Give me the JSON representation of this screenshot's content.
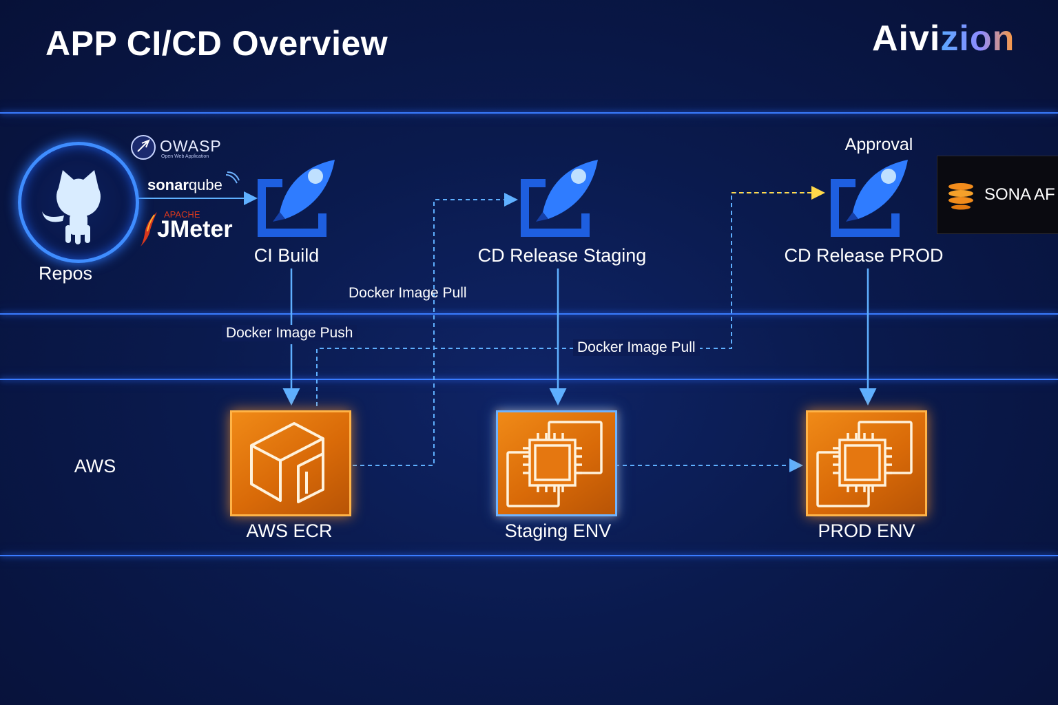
{
  "header": {
    "title": "APP CI/CD Overview",
    "brand_prefix": "Aivi",
    "brand_suffix": "zion"
  },
  "source": {
    "repos_label": "Repos",
    "tools": {
      "owasp": "OWASP",
      "owasp_tagline": "Open Web Application",
      "sonar_bold": "sonar",
      "sonar_light": "qube",
      "jmeter_small": "APACHE",
      "jmeter": "JMeter"
    }
  },
  "pipeline": {
    "ci_build": "CI Build",
    "cd_staging": "CD Release Staging",
    "approval": "Approval",
    "cd_prod": "CD Release PROD"
  },
  "flows": {
    "push": "Docker Image Push",
    "pull_staging": "Docker Image Pull",
    "pull_prod": "Docker Image Pull"
  },
  "aws": {
    "lane_label": "AWS",
    "ecr": "AWS ECR",
    "staging_env": "Staging ENV",
    "prod_env": "PROD ENV"
  },
  "external": {
    "sona_text": "SONA AF"
  },
  "colors": {
    "background": "#0a1a4d",
    "accent_blue": "#3a7cff",
    "aws_orange": "#f08a17",
    "approval_yellow": "#ffd84a"
  },
  "icons": [
    "github-icon",
    "owasp-icon",
    "sonarqube-icon",
    "jmeter-icon",
    "azure-pipelines-rocket-icon",
    "aws-ecr-icon",
    "ec2-chip-icon",
    "sona-icon"
  ]
}
